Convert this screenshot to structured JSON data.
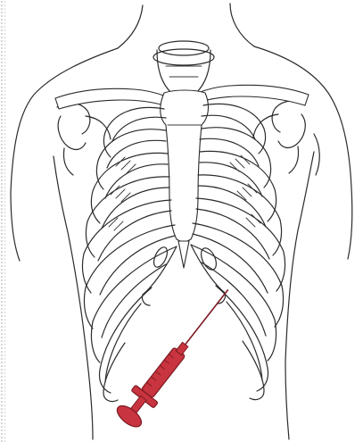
{
  "figure": {
    "subject": "",
    "accent_color": "#c8343f",
    "accent_dark": "#7d1a22",
    "line_color": "#2b2b2b",
    "icons": [
      "torso-outline",
      "rib-cage",
      "sternum",
      "clavicle",
      "syringe-icon"
    ]
  }
}
